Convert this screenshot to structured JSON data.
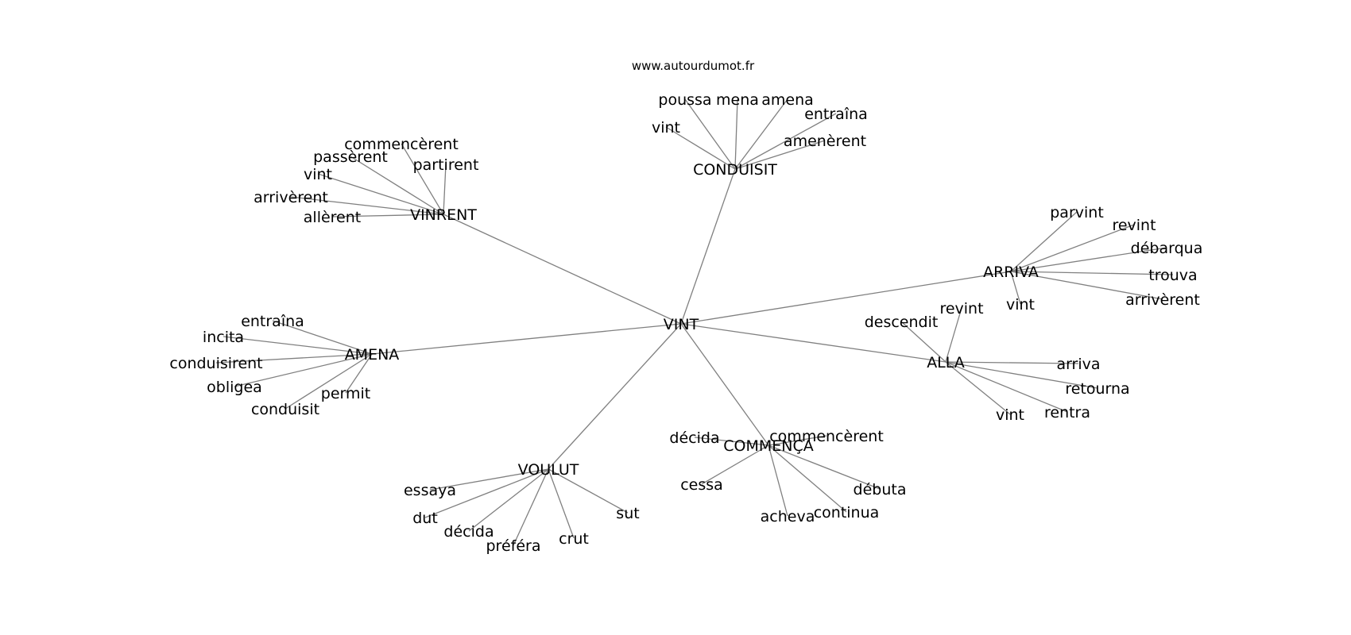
{
  "source": "www.autourdumot.fr",
  "colors": {
    "edge": "#808080",
    "text": "#000000",
    "background": "#ffffff"
  },
  "graph": {
    "center": "VINT",
    "branches": [
      {
        "id": "conduisit",
        "label": "CONDUISIT",
        "leaves": [
          "poussa",
          "mena",
          "amena",
          "entraîna",
          "vint",
          "amenèrent"
        ]
      },
      {
        "id": "vinrent",
        "label": "VINRENT",
        "leaves": [
          "commencèrent",
          "passèrent",
          "partirent",
          "vint",
          "arrivèrent",
          "allèrent"
        ]
      },
      {
        "id": "arriva",
        "label": "ARRIVA",
        "leaves": [
          "parvint",
          "revint",
          "débarqua",
          "trouva",
          "arrivèrent",
          "vint"
        ]
      },
      {
        "id": "amena",
        "label": "AMENA",
        "leaves": [
          "entraîna",
          "incita",
          "conduisirent",
          "obligea",
          "permit",
          "conduisit"
        ]
      },
      {
        "id": "alla",
        "label": "ALLA",
        "leaves": [
          "descendit",
          "revint",
          "arriva",
          "retourna",
          "rentra",
          "vint"
        ]
      },
      {
        "id": "voulut",
        "label": "VOULUT",
        "leaves": [
          "essaya",
          "dut",
          "décida",
          "préféra",
          "crut",
          "sut"
        ]
      },
      {
        "id": "commenca",
        "label": "COMMENÇA",
        "leaves": [
          "décida",
          "commencèrent",
          "cessa",
          "débuta",
          "continua",
          "acheva"
        ]
      }
    ]
  }
}
